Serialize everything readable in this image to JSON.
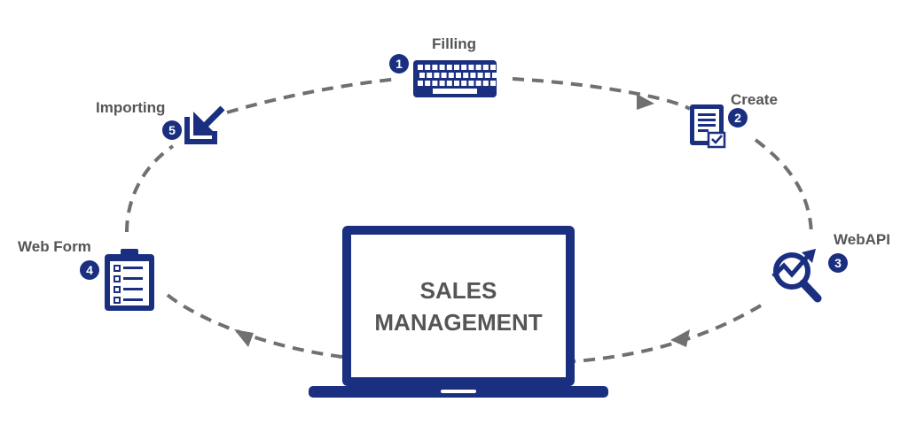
{
  "center": {
    "line1": "SALES",
    "line2": "MANAGEMENT"
  },
  "steps": [
    {
      "number": "1",
      "label": "Filling",
      "icon": "keyboard-icon"
    },
    {
      "number": "2",
      "label": "Create",
      "icon": "document-check-icon"
    },
    {
      "number": "3",
      "label": "WebAPI",
      "icon": "analytics-magnifier-icon"
    },
    {
      "number": "4",
      "label": "Web Form",
      "icon": "clipboard-checklist-icon"
    },
    {
      "number": "5",
      "label": "Importing",
      "icon": "import-arrow-icon"
    }
  ],
  "colors": {
    "primary": "#1a2f80",
    "text": "#555555",
    "connector": "#707070"
  }
}
